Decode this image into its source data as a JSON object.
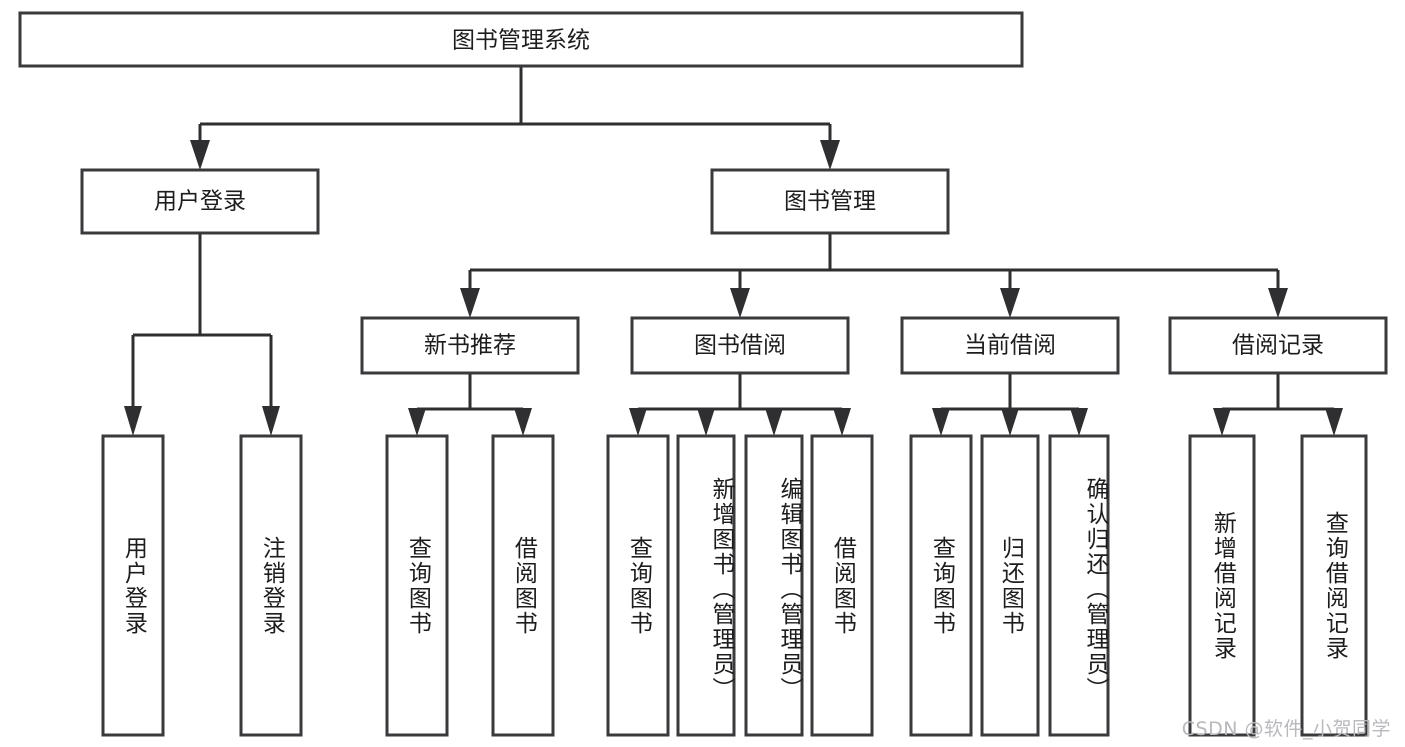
{
  "diagram": {
    "title": "图书管理系统",
    "watermark": "CSDN @软件_小贺同学",
    "colors": {
      "box_stroke": "#3a3a3c",
      "box_fill": "#ffffff",
      "connector": "#2f2f31",
      "text": "#1d1d1f",
      "watermark": "#b9b9bd",
      "background": "#ffffff"
    },
    "root": {
      "label": "图书管理系统"
    },
    "level2": [
      {
        "label": "用户登录"
      },
      {
        "label": "图书管理"
      }
    ],
    "level3": [
      {
        "label": "新书推荐"
      },
      {
        "label": "图书借阅"
      },
      {
        "label": "当前借阅"
      },
      {
        "label": "借阅记录"
      }
    ],
    "leaves": {
      "user_login": [
        {
          "label": "用户登录"
        },
        {
          "label": "注销登录"
        }
      ],
      "new_book": [
        {
          "label": "查询图书"
        },
        {
          "label": "借阅图书"
        }
      ],
      "book_borrow": [
        {
          "label": "查询图书"
        },
        {
          "label": "新增图书（管理员）"
        },
        {
          "label": "编辑图书（管理员）"
        },
        {
          "label": "借阅图书"
        }
      ],
      "current_borrow": [
        {
          "label": "查询图书"
        },
        {
          "label": "归还图书"
        },
        {
          "label": "确认归还（管理员）"
        }
      ],
      "borrow_record": [
        {
          "label": "新增借阅记录"
        },
        {
          "label": "查询借阅记录"
        }
      ]
    }
  }
}
